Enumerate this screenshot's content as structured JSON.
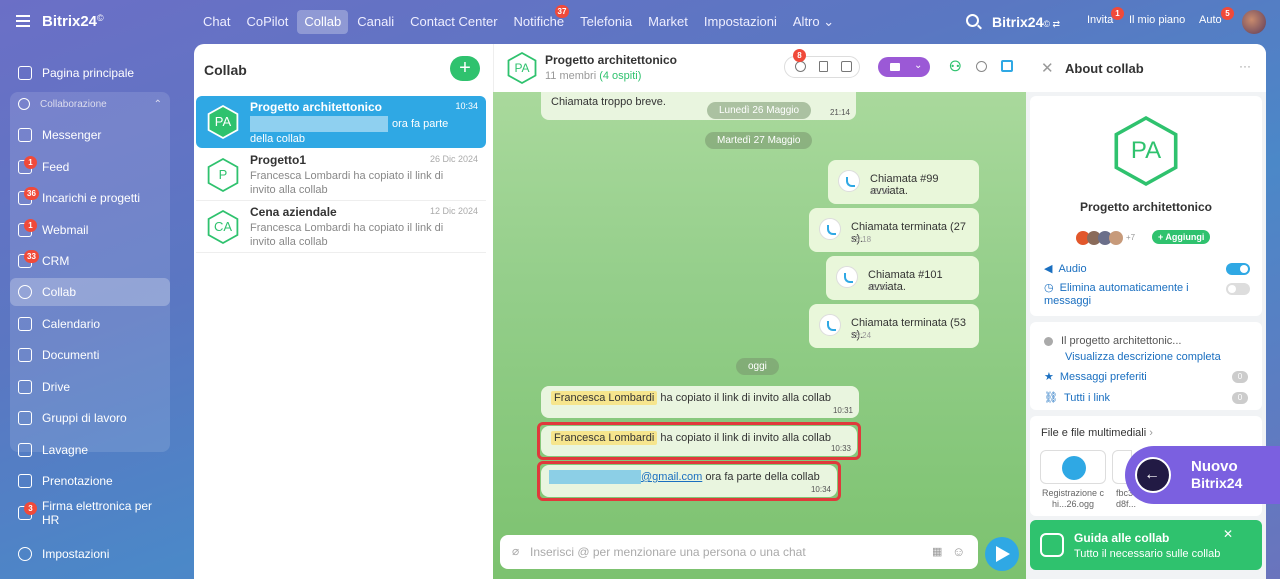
{
  "app": {
    "name": "Bitrix24",
    "mark": "©"
  },
  "topnav": [
    {
      "label": "Chat"
    },
    {
      "label": "CoPilot"
    },
    {
      "label": "Collab",
      "active": true
    },
    {
      "label": "Canali"
    },
    {
      "label": "Contact Center"
    },
    {
      "label": "Notifiche",
      "badge": "37"
    },
    {
      "label": "Telefonia"
    },
    {
      "label": "Market"
    },
    {
      "label": "Impostazioni"
    },
    {
      "label": "Altro ⌄"
    }
  ],
  "topright": {
    "brand": "Bitrix24",
    "brand_mark": "© ⇄",
    "invite": "Invita",
    "invite_badge": "1",
    "plan": "Il mio piano",
    "auto": "Auto",
    "auto_badge": "5"
  },
  "sidebar": {
    "home": "Pagina principale",
    "group": "Collaborazione",
    "items": [
      {
        "label": "Messenger",
        "badge": ""
      },
      {
        "label": "Feed",
        "badge": "1"
      },
      {
        "label": "Incarichi e progetti",
        "badge": "36"
      },
      {
        "label": "Webmail",
        "badge": "1"
      },
      {
        "label": "CRM",
        "badge": "33"
      },
      {
        "label": "Collab",
        "badge": "",
        "active": true
      },
      {
        "label": "Calendario",
        "badge": ""
      },
      {
        "label": "Documenti",
        "badge": ""
      },
      {
        "label": "Drive",
        "badge": ""
      },
      {
        "label": "Gruppi di lavoro",
        "badge": ""
      },
      {
        "label": "Lavagne",
        "badge": ""
      }
    ],
    "extra": [
      {
        "label": "Prenotazione",
        "badge": ""
      },
      {
        "label": "Firma elettronica per HR",
        "badge": "3"
      }
    ],
    "settings": "Impostazioni"
  },
  "collab_list": {
    "title": "Collab",
    "items": [
      {
        "initials": "PA",
        "name": "Progetto architettonico",
        "time": "10:34",
        "message": "ora fa parte della collab",
        "selected": true
      },
      {
        "initials": "P",
        "name": "Progetto1",
        "time": "26 Dic 2024",
        "message": "Francesca Lombardi ha copiato il link di invito alla collab"
      },
      {
        "initials": "CA",
        "name": "Cena aziendale",
        "time": "12 Dic 2024",
        "message": "Francesca Lombardi ha copiato il link di invito alla collab"
      }
    ]
  },
  "chat": {
    "initials": "PA",
    "title": "Progetto architettonico",
    "members": "11 membri",
    "guests": "(4 ospiti)",
    "tasks_badge": "8",
    "messages": {
      "short_call": "Chiamata troppo breve.",
      "date1": "Lunedì 26 Maggio",
      "time_short": "21:14",
      "date2": "Martedì 27 Maggio",
      "call1": "Chiamata #99 avviata.",
      "call1_time": "15:18",
      "call2": "Chiamata terminata (27 s).",
      "call2_time": "15:18",
      "call3": "Chiamata #101 avviata.",
      "call3_time": "15:23",
      "call4": "Chiamata terminata (53 s).",
      "call4_time": "15:24",
      "today": "oggi",
      "actor": "Francesca Lombardi",
      "copied": "ha copiato il link di invito alla collab",
      "copied_time1": "10:31",
      "copied_time2": "10:33",
      "email_domain": "@gmail.com",
      "joined": "ora fa parte della collab",
      "joined_time": "10:34"
    },
    "input_placeholder": "Inserisci @ per menzionare una persona o una chat"
  },
  "about": {
    "title": "About collab",
    "initials": "PA",
    "name": "Progetto architettonico",
    "more_members": "+7",
    "add": "+ Aggiungi",
    "audio": "Audio",
    "autodelete": "Elimina automaticamente i messaggi",
    "desc": "Il progetto architettonic...",
    "desc_link": "Visualizza descrizione completa",
    "favorites": "Messaggi preferiti",
    "favorites_count": "0",
    "links": "Tutti i link",
    "links_count": "0",
    "files": "File e file multimediali",
    "file1": "Registrazione c hi...26.ogg",
    "file2": "fbc3 d8f...c3.pdf"
  },
  "promo": {
    "title": "Nuovo",
    "brand": "Bitrix24"
  },
  "guide": {
    "title": "Guida alle collab",
    "subtitle": "Tutto il necessario sulle collab"
  },
  "colors": {
    "green": "#2fc26e",
    "blue": "#2fa8e4",
    "red": "#e0393b",
    "purple": "#9b59d6"
  }
}
